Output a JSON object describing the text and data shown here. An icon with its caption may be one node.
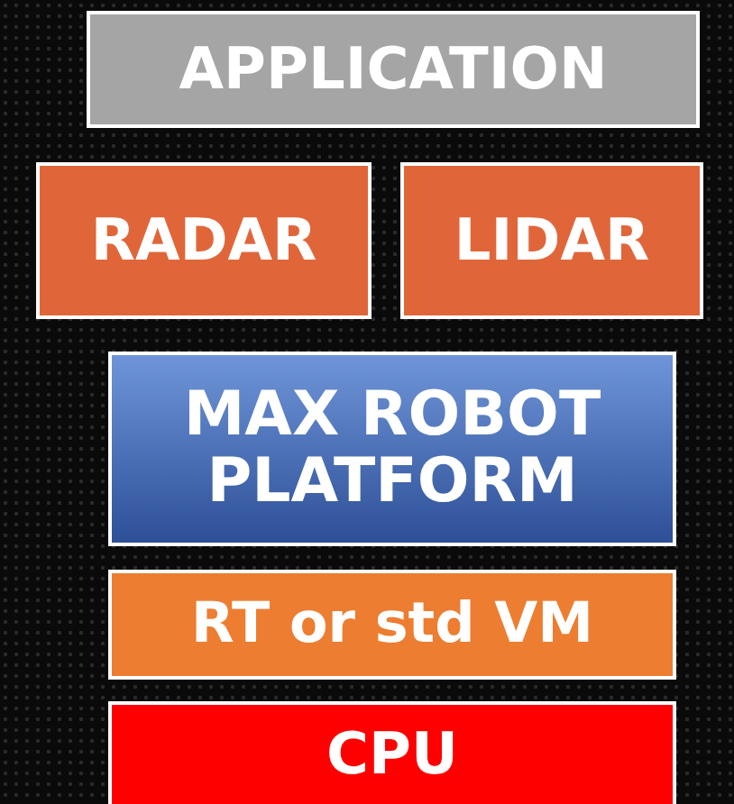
{
  "diagram": {
    "nodes": [
      {
        "text": [
          "APPLICATION"
        ]
      },
      {
        "text": [
          "RADAR"
        ]
      },
      {
        "text": [
          "LIDAR"
        ]
      },
      {
        "text": [
          "MAX ROBOT PLATFORM"
        ]
      },
      {
        "text": [
          "RT or std VM"
        ]
      },
      {
        "text": [
          "CPU"
        ]
      }
    ]
  }
}
